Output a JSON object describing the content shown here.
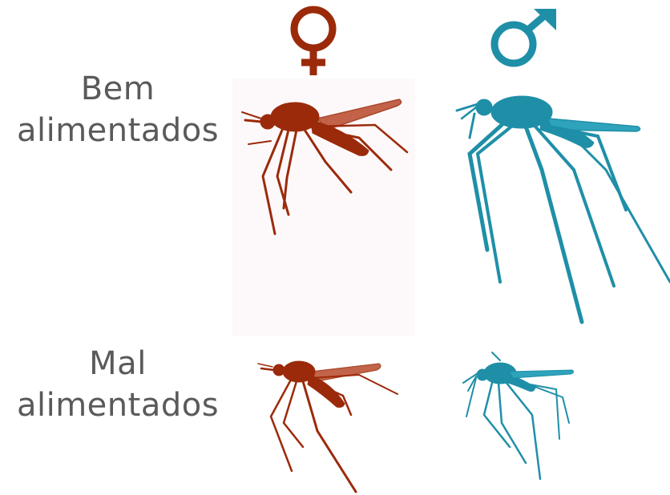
{
  "labels": {
    "well_fed_line1": "Bem",
    "well_fed_line2": "alimentados",
    "poor_fed_line1": "Mal",
    "poor_fed_line2": "alimentados"
  },
  "symbols": {
    "female": "female-symbol-icon",
    "male": "male-symbol-icon"
  },
  "colors": {
    "female": "#9b2a0a",
    "male": "#1f8fa8",
    "label_text": "#5a5a5a"
  }
}
